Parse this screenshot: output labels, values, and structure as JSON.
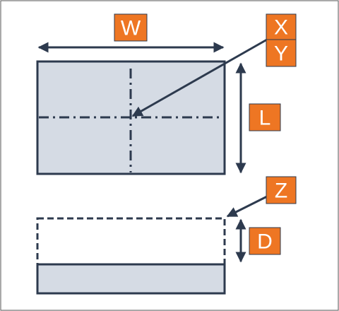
{
  "labels": {
    "width": "W",
    "x": "X",
    "y": "Y",
    "length": "L",
    "z": "Z",
    "depth": "D"
  },
  "colors": {
    "ink": "#2d3a4e",
    "fill": "#d5dbe4",
    "tag": "#ee7623",
    "tag_border": "#2d3a4e",
    "tag_text": "#ffffff",
    "frame": "#555555"
  }
}
